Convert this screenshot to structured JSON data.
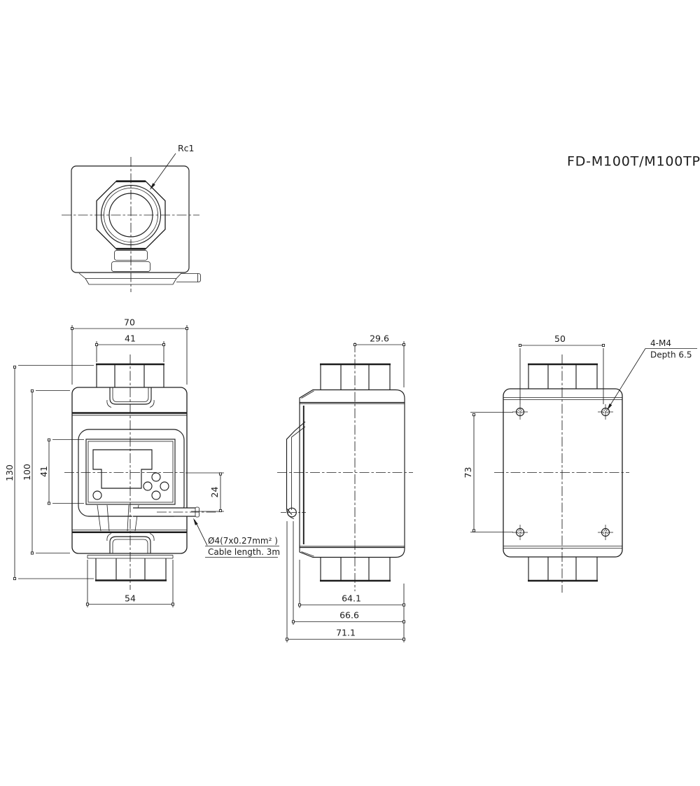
{
  "title": "FD-M100T/M100TP",
  "top_view": {
    "port_thread_label": "Rc1"
  },
  "front_view": {
    "dim_body_width": "70",
    "dim_fitting_width": "41",
    "dim_overall_height": "130",
    "dim_body_height": "100",
    "dim_panel_height": "41",
    "dim_cable_offset": "24",
    "dim_union_nut_width": "54",
    "cable_note_line1": "Ø4(7x0.27mm² )",
    "cable_note_line2": "Cable length. 3m"
  },
  "side_view": {
    "dim_center_to_back": "29.6",
    "dim_depth_body": "64.1",
    "dim_depth_cap": "66.6",
    "dim_depth_overall": "71.1"
  },
  "back_view": {
    "dim_mount_hole_pitch_h": "50",
    "dim_mount_hole_pitch_v": "73",
    "mount_note_line1": "4-M4",
    "mount_note_line2": "Depth 6.5"
  }
}
